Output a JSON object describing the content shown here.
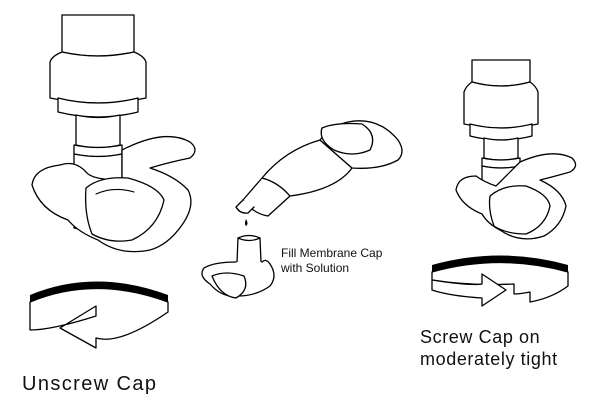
{
  "labels": {
    "fill_cap": "Fill Membrane Cap\nwith Solution",
    "screw_cap": "Screw Cap on\nmoderately tight",
    "unscrew_cap": "Unscrew Cap"
  },
  "icons": {
    "left_arrow_direction": "counterclockwise",
    "right_arrow_direction": "clockwise"
  },
  "colors": {
    "line": "#000000",
    "background": "#ffffff"
  }
}
